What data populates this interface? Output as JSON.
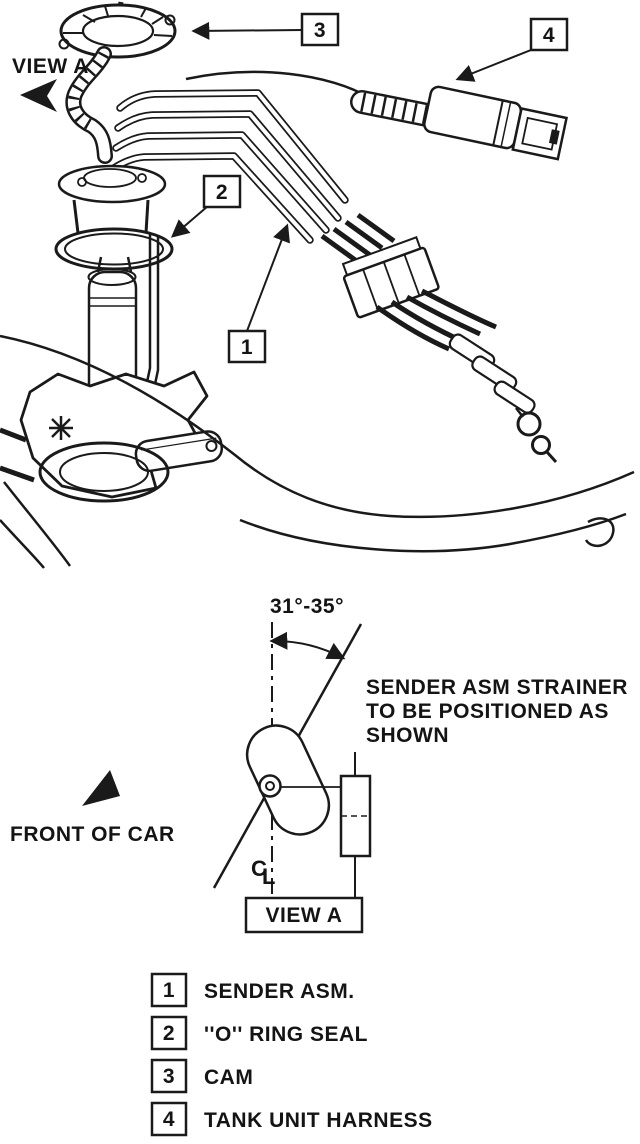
{
  "page": {
    "background": "#ffffff",
    "ink": "#1a1a1a"
  },
  "labels": {
    "view_a_top": "VIEW A",
    "angle": "31°-35°",
    "note_line1": "SENDER ASM STRAINER",
    "note_line2": "TO BE POSITIONED AS",
    "note_line3": "SHOWN",
    "front_of_car": "FRONT OF CAR",
    "view_a_box": "VIEW A",
    "centerline_c": "C",
    "centerline_l": "L"
  },
  "callouts": [
    "1",
    "2",
    "3",
    "4"
  ],
  "legend": [
    {
      "number": "1",
      "label": "SENDER ASM."
    },
    {
      "number": "2",
      "label": "''O'' RING SEAL"
    },
    {
      "number": "3",
      "label": "CAM"
    },
    {
      "number": "4",
      "label": "TANK UNIT HARNESS"
    }
  ]
}
